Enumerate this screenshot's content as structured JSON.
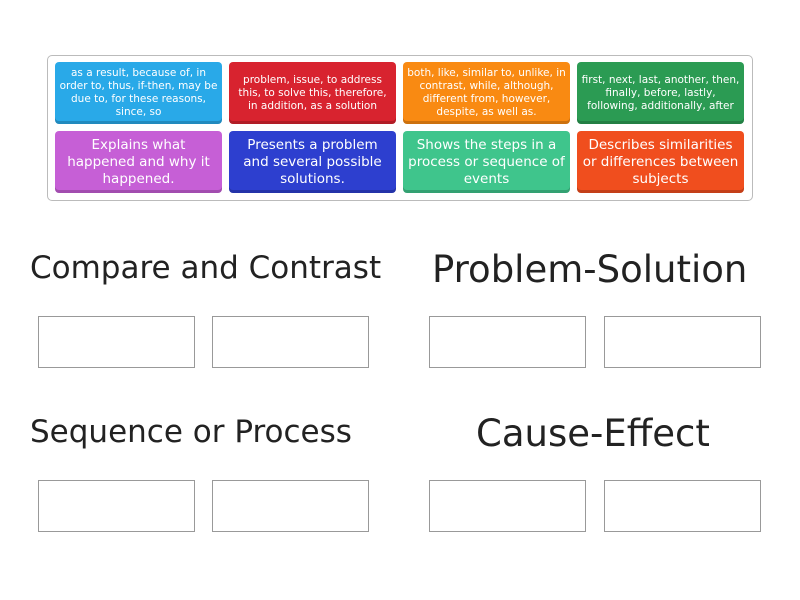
{
  "cards": [
    {
      "text": "as a result, because of, in order to, thus, if-then, may be due to, for these reasons, since, so",
      "color": "#29a9e8"
    },
    {
      "text": "problem, issue, to address this, to solve this, therefore, in addition, as a solution",
      "color": "#d8232f"
    },
    {
      "text": "both, like, similar to, unlike, in contrast, while, although, different from, however, despite, as well as.",
      "color": "#f98a12"
    },
    {
      "text": "first, next, last, another, then, finally, before, lastly, following, additionally, after",
      "color": "#2b9b53"
    },
    {
      "text": "Explains what happened and why it happened.",
      "color": "#c65fd6"
    },
    {
      "text": "Presents a problem and several possible solutions.",
      "color": "#2d3fcf"
    },
    {
      "text": "Shows the steps in a process or sequence of events",
      "color": "#3fc58c"
    },
    {
      "text": "Describes similarities or differences between subjects",
      "color": "#f04e1e"
    }
  ],
  "categories": [
    "Compare and Contrast",
    "Problem-Solution",
    "Sequence or Process",
    "Cause-Effect"
  ]
}
